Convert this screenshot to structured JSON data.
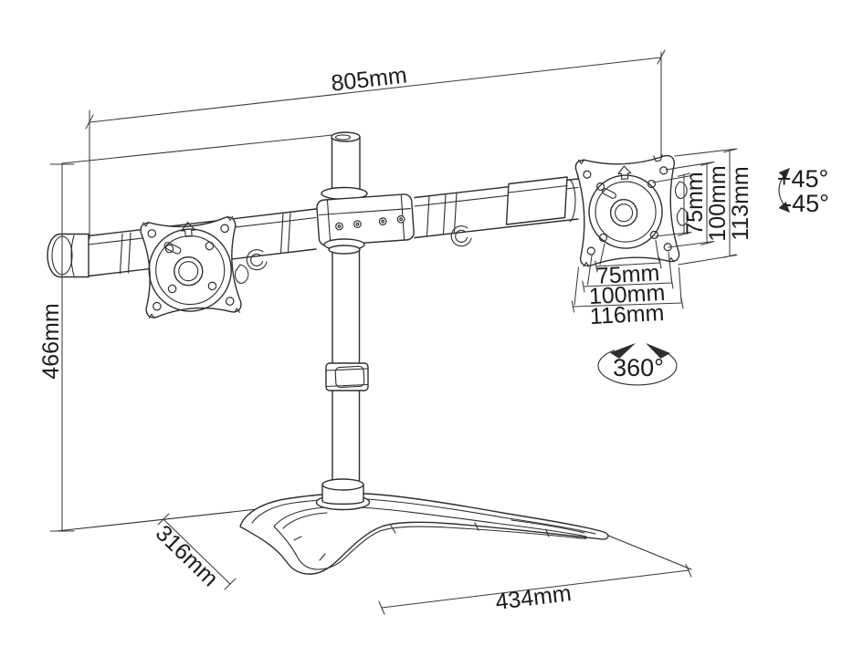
{
  "diagram": {
    "type": "technical-line-drawing",
    "subject": "Dual monitor desk stand with dimension annotations",
    "labels": {
      "width_overall": "805mm",
      "height_overall": "466mm",
      "base_depth": "316mm",
      "base_width": "434mm",
      "vesa_vertical": [
        "75mm",
        "100mm",
        "113mm"
      ],
      "vesa_horizontal": [
        "75mm",
        "100mm",
        "116mm"
      ],
      "tilt_up": "+45°",
      "tilt_down": "-45°",
      "swivel": "360°"
    },
    "colors": {
      "line": "#2e2e2e",
      "dimension_line": "#3a3a3a",
      "text": "#1c1c1c",
      "background": "#ffffff"
    }
  }
}
